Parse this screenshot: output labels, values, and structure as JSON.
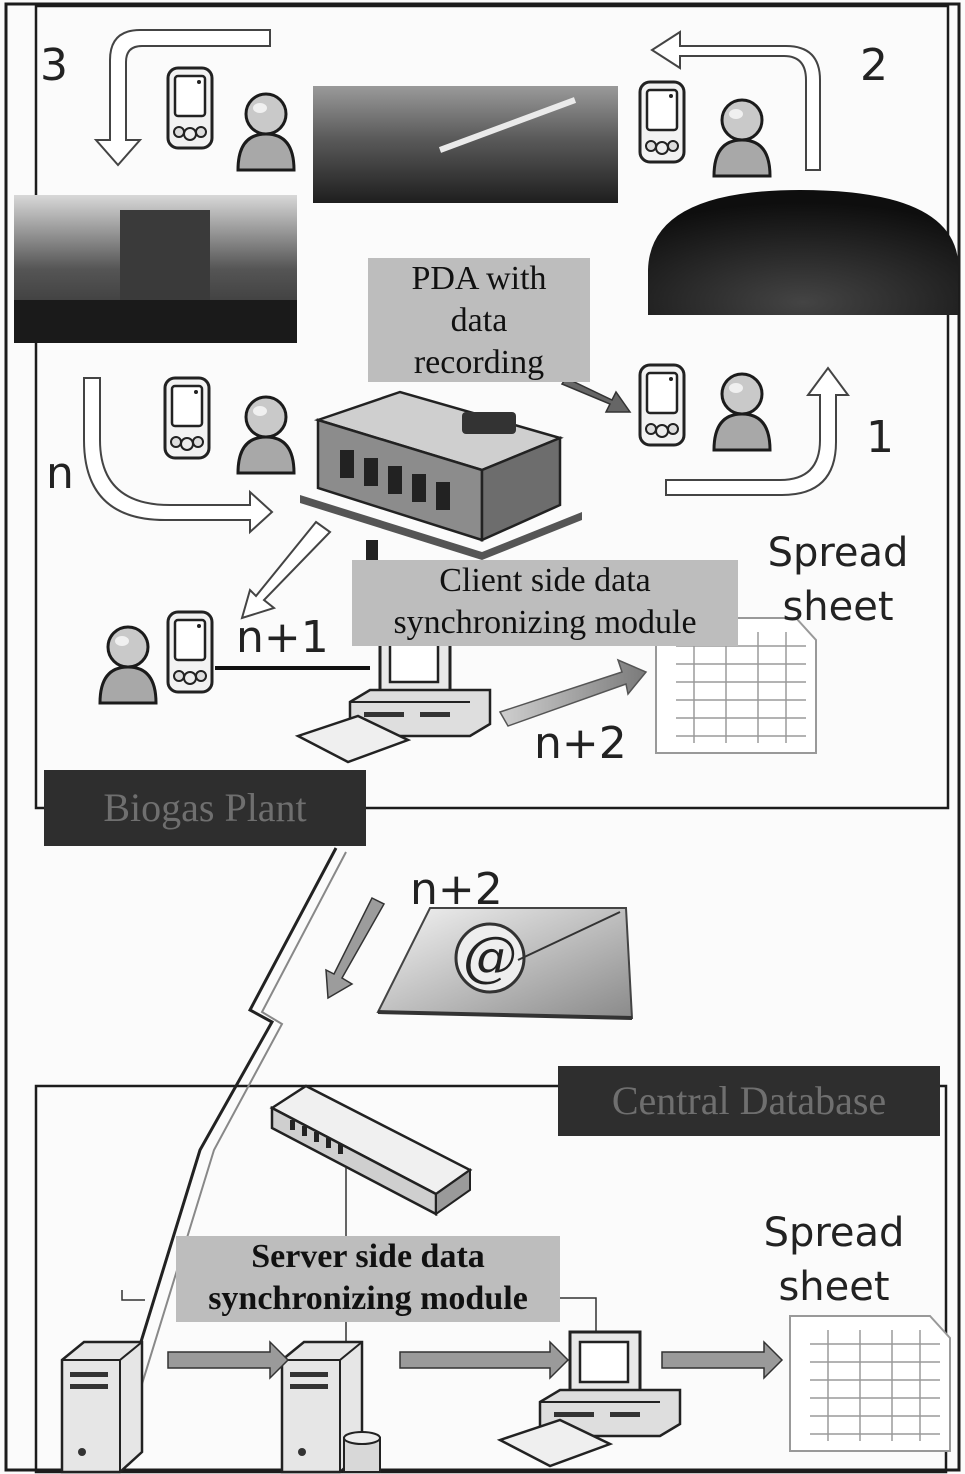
{
  "step_labels": {
    "step_1": "1",
    "step_2": "2",
    "step_3": "3",
    "step_n": "n",
    "step_n1": "n+1",
    "step_n2_plant": "n+2",
    "step_n2_email": "n+2"
  },
  "boxes": {
    "pda_line1": "PDA with",
    "pda_line2": "data",
    "pda_line3": "recording",
    "client_line1": "Client side data",
    "client_line2": "synchronizing module",
    "server_line1": "Server side data",
    "server_line2": "synchronizing module",
    "biogas_plant": "Biogas Plant",
    "central_database": "Central Database"
  },
  "spreadsheets": {
    "top_line1": "Spread",
    "top_line2": "sheet",
    "bottom_line1": "Spread",
    "bottom_line2": "sheet"
  },
  "email_symbol": "@",
  "icons": [
    "pda-icon",
    "user-icon",
    "building-icon",
    "computer-icon",
    "server-icon",
    "network-switch-icon",
    "spreadsheet-icon",
    "email-icon",
    "lightning-link-icon"
  ]
}
